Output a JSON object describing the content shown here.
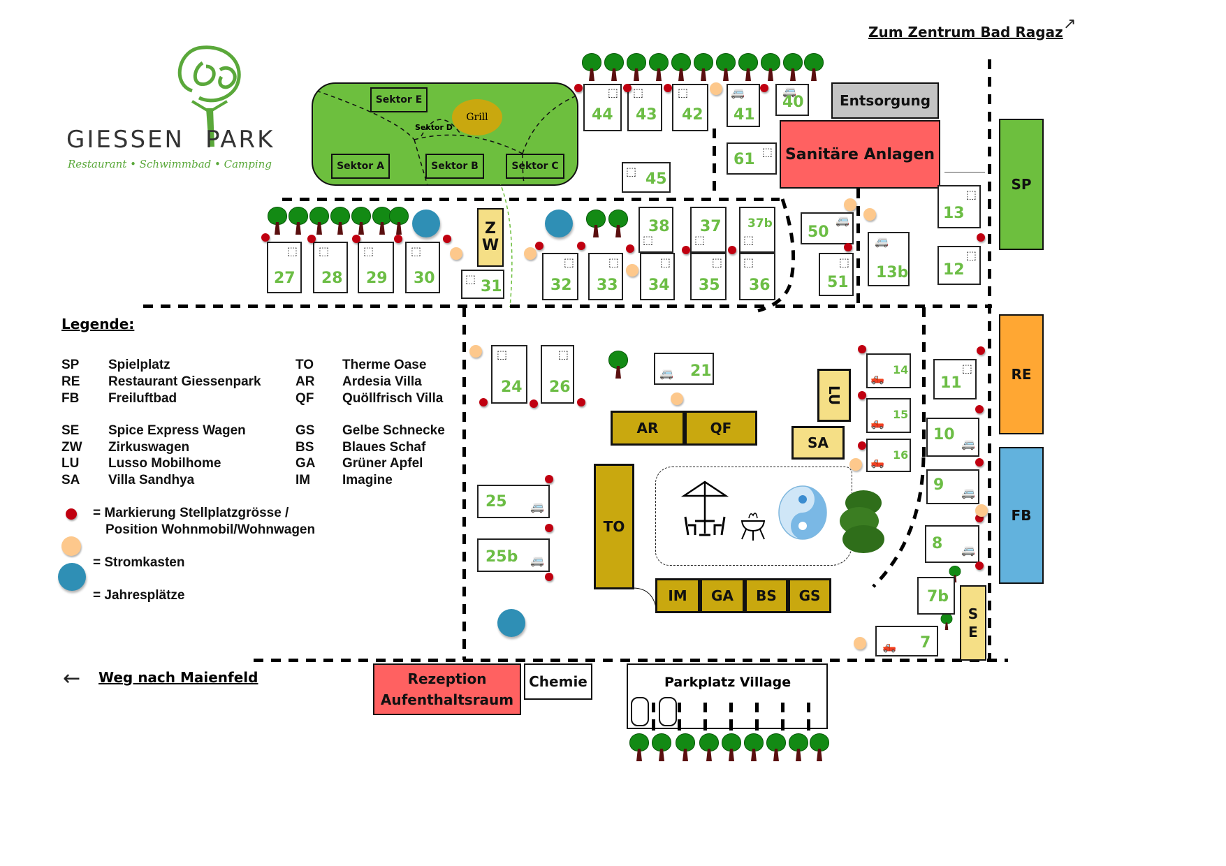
{
  "logo": {
    "monogram": "GP",
    "name_left": "GIESSEN",
    "name_right": "PARK",
    "tagline": "Restaurant • Schwimmbad • Camping"
  },
  "links": {
    "zentrum": "Zum Zentrum Bad Ragaz",
    "maienfeld": "Weg nach Maienfeld",
    "arrow_ne": "↗",
    "arrow_w": "←"
  },
  "field": {
    "sectors": [
      "Sektor E",
      "Sektor D",
      "Sektor A",
      "Sektor B",
      "Sektor C"
    ],
    "grill": "Grill"
  },
  "buildings": {
    "entsorgung": "Entsorgung",
    "sanitaer": "Sanitäre Anlagen",
    "rezeption_line1": "Rezeption",
    "rezeption_line2": "Aufenthaltsraum",
    "chemie": "Chemie",
    "parkplatz": "Parkplatz Village",
    "sp": "SP",
    "re": "RE",
    "fb": "FB",
    "zw_1": "Z",
    "zw_2": "W",
    "ar": "AR",
    "qf": "QF",
    "to": "TO",
    "lu": "LU",
    "sa": "SA",
    "im": "IM",
    "ga": "GA",
    "bs": "BS",
    "gs": "GS",
    "se_1": "S",
    "se_2": "E"
  },
  "pitches": {
    "p44": "44",
    "p43": "43",
    "p42": "42",
    "p41": "41",
    "p40": "40",
    "p61": "61",
    "p45": "45",
    "p27": "27",
    "p28": "28",
    "p29": "29",
    "p30": "30",
    "p31": "31",
    "p32": "32",
    "p33": "33",
    "p34": "34",
    "p35": "35",
    "p36": "36",
    "p38": "38",
    "p37": "37",
    "p37b": "37b",
    "p50": "50",
    "p51": "51",
    "p13b": "13b",
    "p13": "13",
    "p12": "12",
    "p24": "24",
    "p26": "26",
    "p21": "21",
    "p25": "25",
    "p25b": "25b",
    "p14": "14",
    "p15": "15",
    "p16": "16",
    "p11": "11",
    "p10": "10",
    "p9": "9",
    "p8": "8",
    "p7b": "7b",
    "p7": "7"
  },
  "legend": {
    "title": "Legende:",
    "col1": [
      {
        "code": "SP",
        "label": "Spielplatz"
      },
      {
        "code": "RE",
        "label": "Restaurant Giessenpark"
      },
      {
        "code": "FB",
        "label": "Freiluftbad"
      },
      {
        "code": "SE",
        "label": "Spice Express Wagen"
      },
      {
        "code": "ZW",
        "label": "Zirkuswagen"
      },
      {
        "code": "LU",
        "label": "Lusso Mobilhome"
      },
      {
        "code": "SA",
        "label": "Villa Sandhya"
      }
    ],
    "col2": [
      {
        "code": "TO",
        "label": "Therme Oase"
      },
      {
        "code": "AR",
        "label": "Ardesia Villa"
      },
      {
        "code": "QF",
        "label": "Quöllfrisch Villa"
      },
      {
        "code": "GS",
        "label": "Gelbe Schnecke"
      },
      {
        "code": "BS",
        "label": "Blaues Schaf"
      },
      {
        "code": "GA",
        "label": "Grüner Apfel"
      },
      {
        "code": "IM",
        "label": "Imagine"
      }
    ],
    "red_dot_line1": "= Markierung Stellplatzgrösse /",
    "red_dot_line2": "Position Wohnmobil/Wohnwagen",
    "orange_dot": "= Stromkasten",
    "blue_dot": "= Jahresplätze"
  },
  "colors": {
    "pitch_number": "#6cbd45",
    "field": "#6dbf3e",
    "red_building": "#ff6161",
    "gold_building": "#c9a80f",
    "pale_building": "#f5df86",
    "sp": "#6dbf3e",
    "re": "#ffa733",
    "fb": "#62b2dd",
    "entsorgung": "#c4c4c4"
  }
}
